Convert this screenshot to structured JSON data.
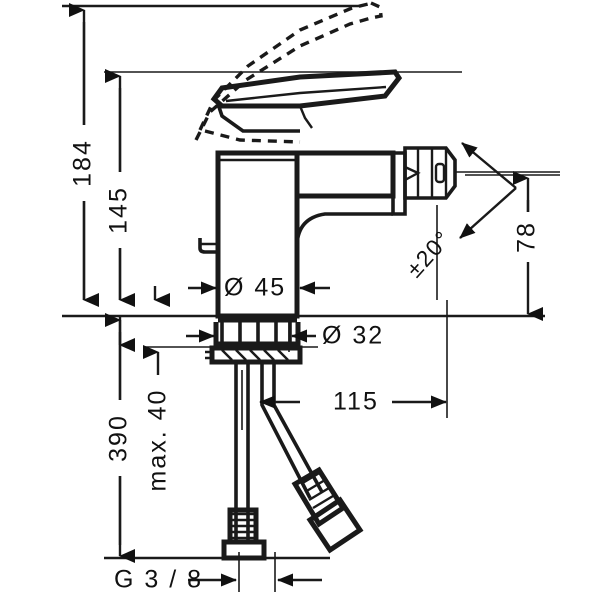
{
  "drawing": {
    "title": "Bidet mixer technical dimension drawing",
    "type": "technical-line-drawing",
    "units": "mm",
    "line_color": "#1a1a1a",
    "background_color": "#ffffff"
  },
  "dimensions": {
    "total_height": "184",
    "spout_height": "145",
    "tail_length": "390",
    "max_thickness": "max. 40",
    "body_diameter": "Ø  45",
    "shank_diameter": "Ø  32",
    "projection": "115",
    "aerator_height": "78",
    "swivel_angle": "±20°",
    "thread_size": "G  3 / 8"
  },
  "labels": [
    {
      "key": "total_height",
      "text": "184",
      "orientation": "vertical-ccw"
    },
    {
      "key": "spout_height",
      "text": "145",
      "orientation": "vertical-ccw"
    },
    {
      "key": "tail_length",
      "text": "390",
      "orientation": "vertical-ccw"
    },
    {
      "key": "max_thickness",
      "text": "max. 40",
      "orientation": "vertical-ccw"
    },
    {
      "key": "body_diameter",
      "text": "Ø  45",
      "orientation": "horizontal"
    },
    {
      "key": "shank_diameter",
      "text": "Ø  32",
      "orientation": "horizontal"
    },
    {
      "key": "projection",
      "text": "115",
      "orientation": "horizontal"
    },
    {
      "key": "aerator_height",
      "text": "78",
      "orientation": "vertical-ccw"
    },
    {
      "key": "swivel_angle",
      "text": "±20°",
      "orientation": "diagonal-48"
    },
    {
      "key": "thread_size",
      "text": "G  3 / 8",
      "orientation": "horizontal"
    }
  ]
}
